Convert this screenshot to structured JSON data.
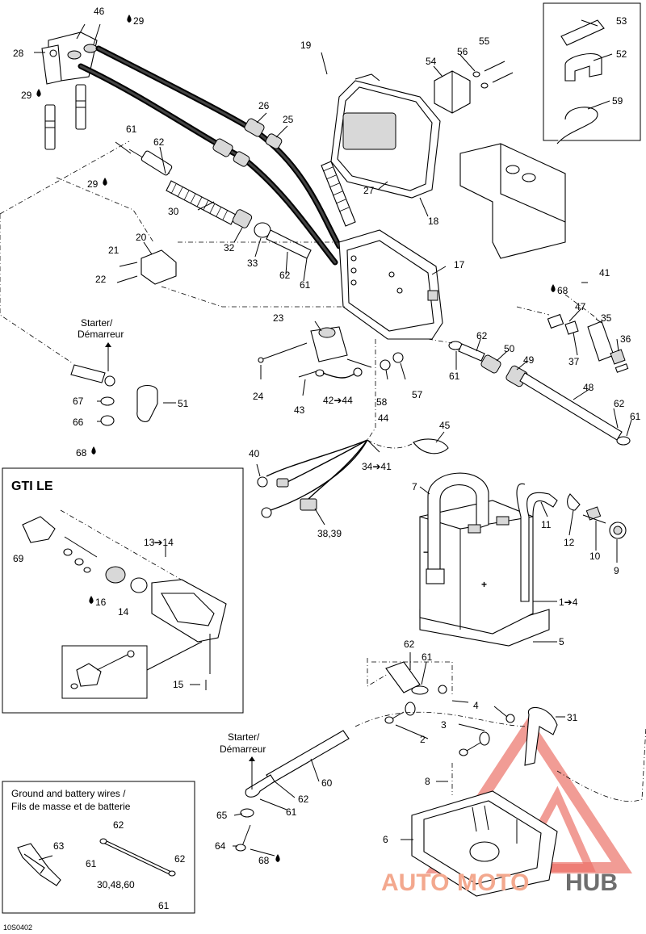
{
  "diagram": {
    "drawing_code": "10S0402",
    "starter_note_top": [
      "Starter/",
      "Démarreur"
    ],
    "starter_note_bottom": [
      "Starter/",
      "Démarreur"
    ],
    "inset_gti": {
      "title": "GTI LE"
    },
    "inset_ground": {
      "title": [
        "Ground and battery wires /",
        "Fils de masse et de batterie"
      ]
    },
    "callouts": {
      "c28": "28",
      "c46": "46",
      "c29a": "29",
      "c29b": "29",
      "c29c": "29",
      "c19": "19",
      "c54": "54",
      "c56": "56",
      "c55": "55",
      "c53": "53",
      "c52": "52",
      "c59": "59",
      "c61a": "61",
      "c62a": "62",
      "c26": "26",
      "c25": "25",
      "c27": "27",
      "c18": "18",
      "c30": "30",
      "c20": "20",
      "c21": "21",
      "c22": "22",
      "c32": "32",
      "c33": "33",
      "c62b": "62",
      "c61b": "61",
      "c17": "17",
      "c41": "41",
      "c68a": "68",
      "c47": "47",
      "c35": "35",
      "c36": "36",
      "c37": "37",
      "c23": "23",
      "c62c": "62",
      "c50": "50",
      "c49": "49",
      "c61c": "61",
      "c24": "24",
      "c43": "43",
      "c42_44": "42➔44",
      "c58": "58",
      "c57": "57",
      "c48": "48",
      "c62d": "62",
      "c61d": "61",
      "c67": "67",
      "c66": "66",
      "c68b": "68",
      "c51": "51",
      "c44": "44",
      "c45": "45",
      "c34_41": "34➔41",
      "c40": "40",
      "c38_39": "38,39",
      "c7": "7",
      "c11": "11",
      "c12": "12",
      "c10": "10",
      "c9": "9",
      "c1_4": "1➔4",
      "c5": "5",
      "c69": "69",
      "c13_14": "13➔14",
      "c16": "16",
      "c14": "14",
      "c15": "15",
      "c62e": "62",
      "c61e": "61",
      "c4": "4",
      "c3": "3",
      "c31": "31",
      "c2": "2",
      "c8": "8",
      "c60": "60",
      "c62f": "62",
      "c61f": "61",
      "c65": "65",
      "c64": "64",
      "c68c": "68",
      "c6": "6",
      "c63": "63",
      "c62g": "62",
      "c61g": "61",
      "c62h": "62",
      "c61h": "61",
      "c30_48_60": "30,48,60"
    },
    "watermark": {
      "part1": "AUTO",
      "part2": "MOTO",
      "part3": "HUB"
    },
    "colors": {
      "watermark_orange": "#f3a88e",
      "watermark_red": "#e85a4f",
      "watermark_gray": "#6e6e6e"
    }
  }
}
